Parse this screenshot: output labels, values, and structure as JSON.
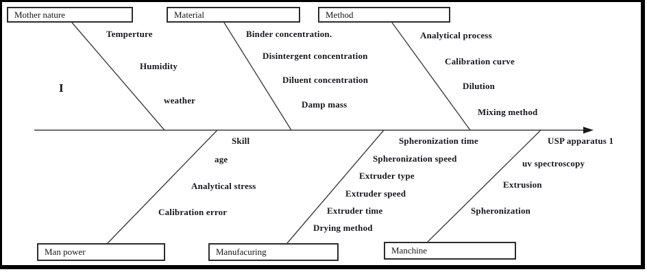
{
  "colors": {
    "background": "#ffffff",
    "frame": "#000000",
    "line": "#3d3d3d",
    "text": "#17171c"
  },
  "stray_mark": "I",
  "effect_arrow": "spine with right arrowhead",
  "branches": {
    "mother_nature": {
      "label": "Mother nature",
      "causes": [
        "Temperture",
        "Humidity",
        "weather"
      ]
    },
    "material": {
      "label": "Material",
      "causes": [
        "Binder concentration.",
        "Disintergent concentration",
        "Diluent concentration",
        "Damp mass"
      ]
    },
    "method": {
      "label": "Method",
      "causes": [
        "Analytical process",
        "Calibration curve",
        "Dilution",
        "Mixing method"
      ]
    },
    "man_power": {
      "label": "Man power",
      "causes": [
        "Skill",
        "age",
        "Analytical stress",
        "Calibration error"
      ]
    },
    "manufacturing": {
      "label": "Manufacuring",
      "causes": [
        "Spheronization time",
        "Spheronization speed",
        "Extruder type",
        "Extruder speed",
        "Extruder time",
        "Drying method"
      ]
    },
    "machine": {
      "label": "Manchine",
      "causes": [
        "USP apparatus 1",
        "uv spectroscopy",
        "Extrusion",
        "Spheronization"
      ]
    }
  }
}
